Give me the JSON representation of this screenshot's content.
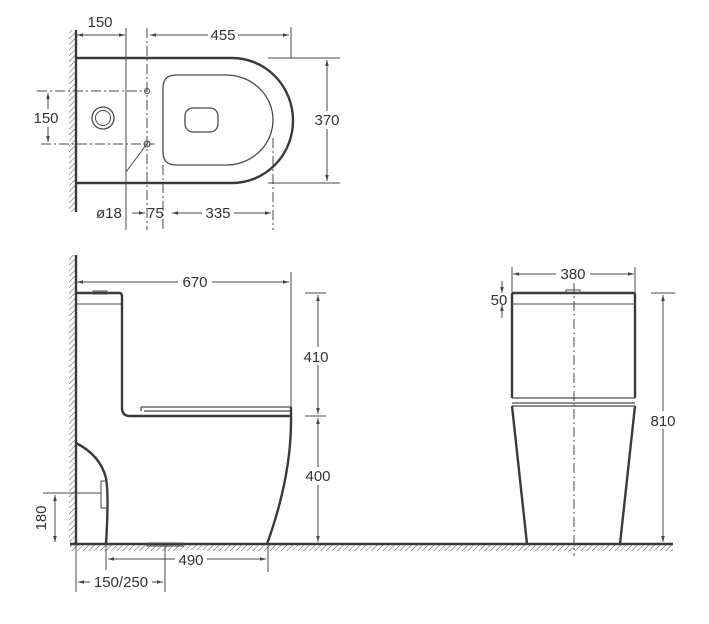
{
  "drawing": {
    "top_view": {
      "dims": {
        "wall_to_inlet": "150",
        "inlet_to_front": "455",
        "width": "370",
        "inlet_spacing": "150",
        "pipe_diameter": "ø18",
        "offset": "75",
        "seat_depth": "335"
      }
    },
    "side_view": {
      "dims": {
        "overall_depth": "670",
        "tank_height": "410",
        "seat_height": "400",
        "inlet_height": "180",
        "base_depth": "490",
        "rough_in": "150/250"
      }
    },
    "front_view": {
      "dims": {
        "width": "380",
        "lid_thickness": "50",
        "overall_height": "810"
      }
    },
    "colors": {
      "line": "#3a3a3a",
      "background": "#ffffff"
    }
  }
}
